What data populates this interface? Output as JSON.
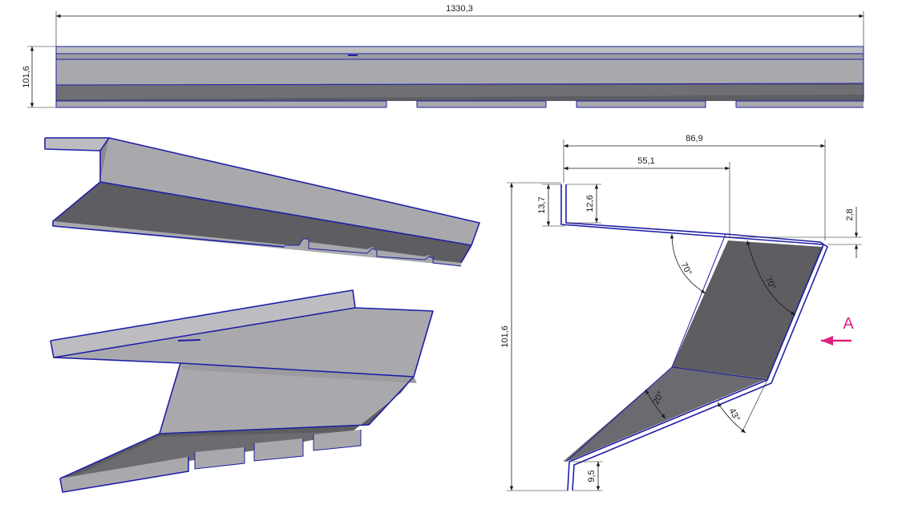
{
  "dimensions": {
    "overall_length": "1330,3",
    "top_height": "101,6",
    "profile_width_total": "86,9",
    "profile_width_partial": "55,1",
    "left_flange_height": "13,7",
    "left_flange_inner": "12,6",
    "right_offset": "2,8",
    "profile_height": "101,6",
    "bottom_flange": "9,5"
  },
  "angles": {
    "upper_left": "70°",
    "upper_right": "70°",
    "lower_left": "20°",
    "lower_right": "43°"
  },
  "view_label": "A",
  "colors": {
    "edge": "#1f1fa8",
    "view_arrow": "#e0207e"
  }
}
